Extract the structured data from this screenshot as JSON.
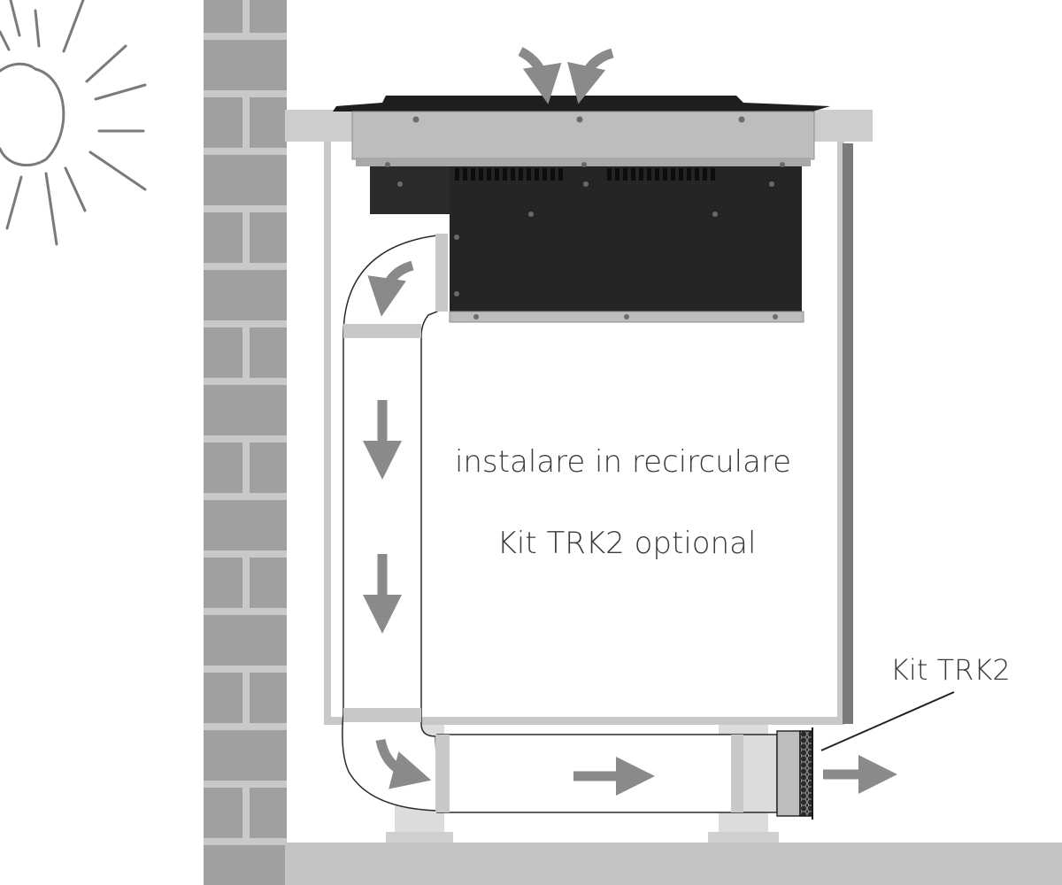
{
  "caption": {
    "main": "instalare in recirculare",
    "sub": "Kit TRK2 optional"
  },
  "callout": {
    "kit_label": "Kit TRK2"
  },
  "colors": {
    "wall_brick": "#a0a0a0",
    "wall_mortar": "#c9c9c9",
    "cabinet_frame": "#cfcfcf",
    "worktop": "#cdcdcd",
    "hob_body": "#222222",
    "arrows": "#8a8a8a",
    "floor": "#c4c4c4"
  },
  "icons": [
    "sun-icon",
    "airflow-arrow-icon",
    "filter-grille-icon"
  ]
}
